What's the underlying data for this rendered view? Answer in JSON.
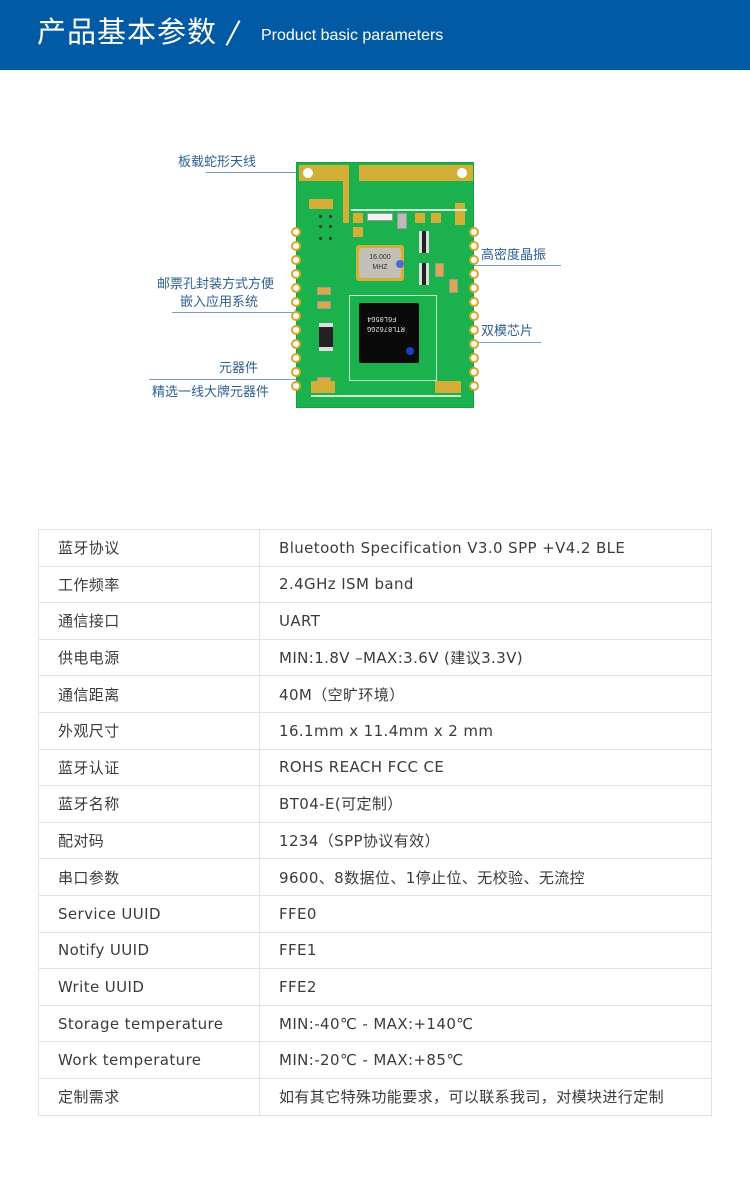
{
  "header": {
    "title_cn": "产品基本参数",
    "title_en": "Product basic parameters",
    "background_color": "#015aa3"
  },
  "diagram": {
    "labels": {
      "antenna": "板载蛇形天线",
      "stamp_hole_line1": "邮票孔封装方式方便",
      "stamp_hole_line2": "嵌入应用系统",
      "components_line1": "元器件",
      "components_line2": "精选一线大牌元器件",
      "crystal": "高密度晶振",
      "chip": "双模芯片"
    },
    "pcb": {
      "crystal_line1": "16.000",
      "crystal_line2": "MHZ",
      "chip_line1": "F6L05G4",
      "chip_line2": "RTL8762GG"
    }
  },
  "spec_table": {
    "rows": [
      {
        "key": "蓝牙协议",
        "value": "Bluetooth Specification V3.0 SPP +V4.2 BLE"
      },
      {
        "key": "工作频率",
        "value": "2.4GHz ISM band"
      },
      {
        "key": "通信接口",
        "value": "UART"
      },
      {
        "key": "供电电源",
        "value": "MIN:1.8V –MAX:3.6V (建议3.3V)"
      },
      {
        "key": "通信距离",
        "value": "40M（空旷环境）"
      },
      {
        "key": "外观尺寸",
        "value": "16.1mm x 11.4mm x 2 mm"
      },
      {
        "key": "蓝牙认证",
        "value": "ROHS REACH FCC CE"
      },
      {
        "key": "蓝牙名称",
        "value": "BT04-E(可定制）"
      },
      {
        "key": "配对码",
        "value": "1234（SPP协议有效）"
      },
      {
        "key": "串口参数",
        "value": "9600、8数据位、1停止位、无校验、无流控"
      },
      {
        "key": "Service UUID",
        "value": "FFE0"
      },
      {
        "key": "Notify UUID",
        "value": "FFE1"
      },
      {
        "key": "Write UUID",
        "value": "FFE2"
      },
      {
        "key": "Storage temperature",
        "value": "MIN:-40℃ - MAX:+140℃"
      },
      {
        "key": "Work temperature",
        "value": "MIN:-20℃ - MAX:+85℃"
      },
      {
        "key": "定制需求",
        "value": "如有其它特殊功能要求，可以联系我司，对模块进行定制"
      }
    ]
  }
}
